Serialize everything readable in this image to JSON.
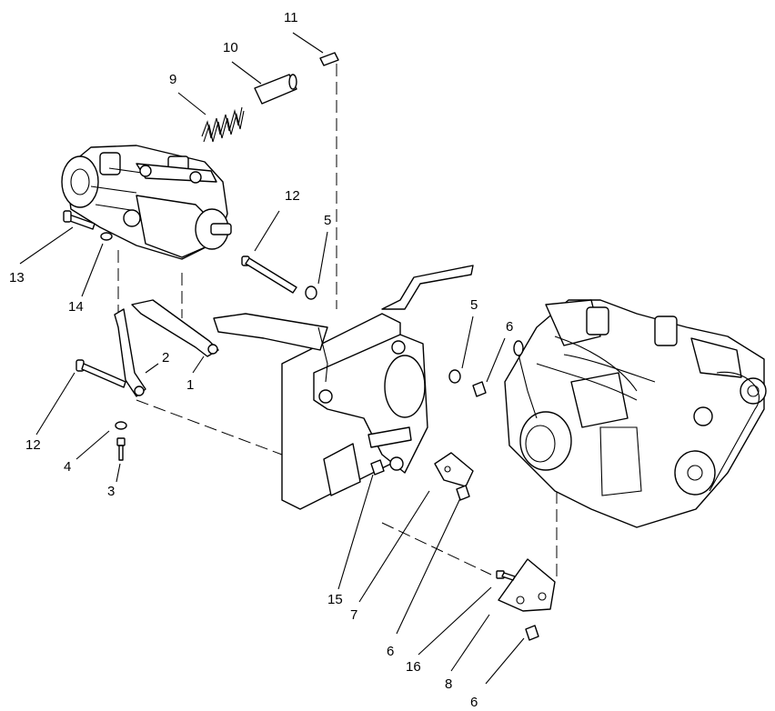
{
  "callouts": [
    {
      "id": "c11",
      "text": "11"
    },
    {
      "id": "c10",
      "text": "10"
    },
    {
      "id": "c9",
      "text": "9"
    },
    {
      "id": "c12a",
      "text": "12"
    },
    {
      "id": "c5a",
      "text": "5"
    },
    {
      "id": "c13",
      "text": "13"
    },
    {
      "id": "c14",
      "text": "14"
    },
    {
      "id": "c5b",
      "text": "5"
    },
    {
      "id": "c6a",
      "text": "6"
    },
    {
      "id": "c2",
      "text": "2"
    },
    {
      "id": "c1",
      "text": "1"
    },
    {
      "id": "c12b",
      "text": "12"
    },
    {
      "id": "c4",
      "text": "4"
    },
    {
      "id": "c3",
      "text": "3"
    },
    {
      "id": "c15",
      "text": "15"
    },
    {
      "id": "c7",
      "text": "7"
    },
    {
      "id": "c6b",
      "text": "6"
    },
    {
      "id": "c16",
      "text": "16"
    },
    {
      "id": "c8",
      "text": "8"
    },
    {
      "id": "c6c",
      "text": "6"
    }
  ]
}
